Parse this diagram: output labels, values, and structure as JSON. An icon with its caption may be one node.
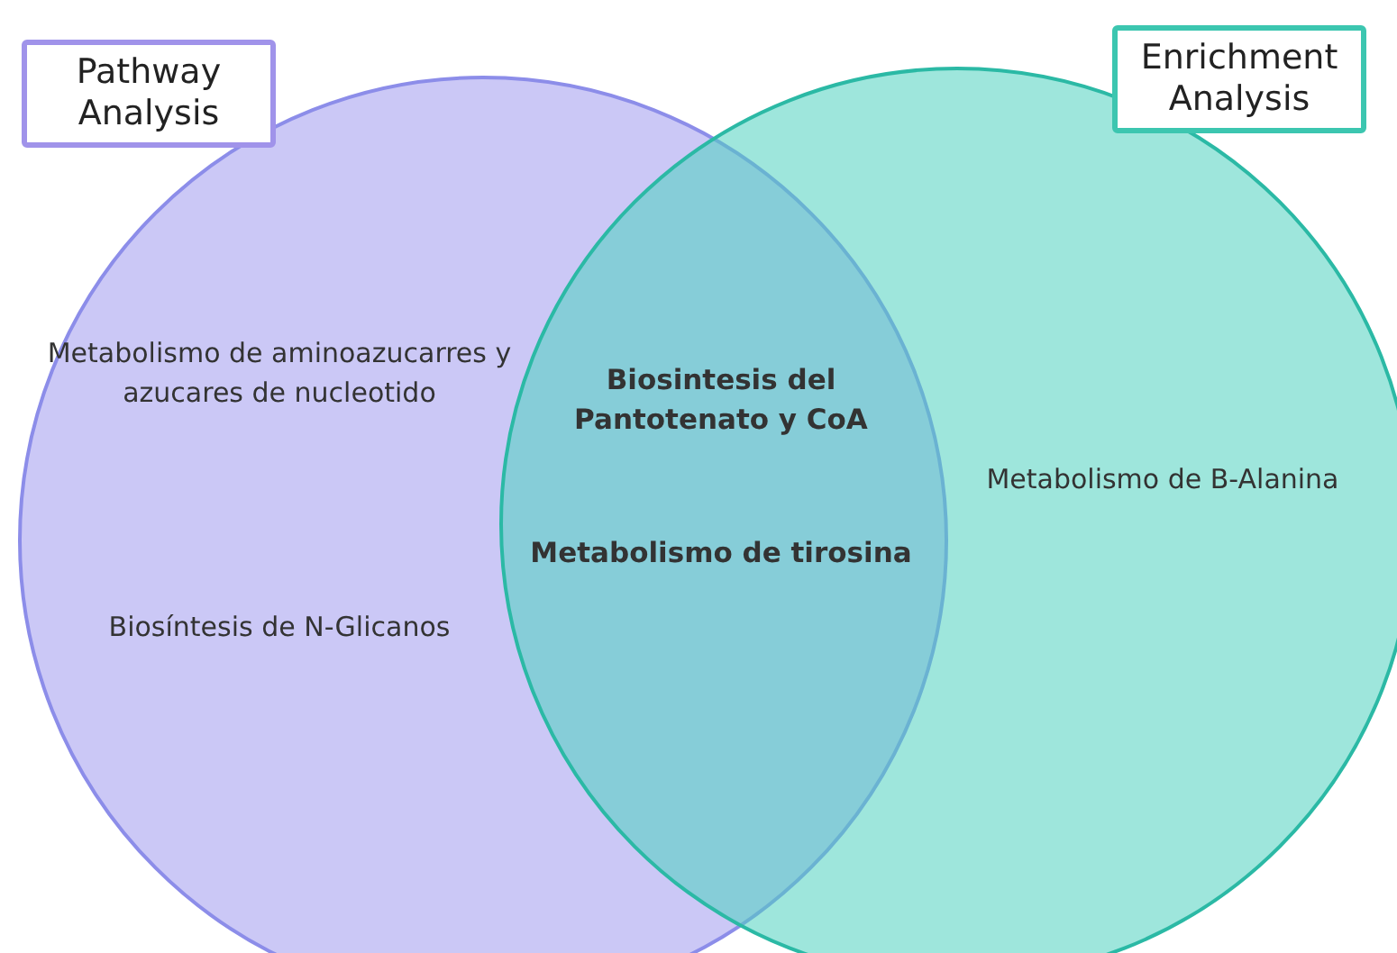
{
  "diagram": {
    "nodes": [
      {
        "text": [
          "Pathway Analysis"
        ]
      },
      {
        "text": [
          "Enrichment Analysis"
        ]
      }
    ],
    "labels": [
      "Metabolismo de aminoazucarres y azucares de nucleotido",
      "Biosíntesis de N-Glicanos",
      "Biosintesis del Pantotenato y CoA",
      "Metabolismo de tirosina",
      "Metabolismo de B-Alanina"
    ]
  }
}
